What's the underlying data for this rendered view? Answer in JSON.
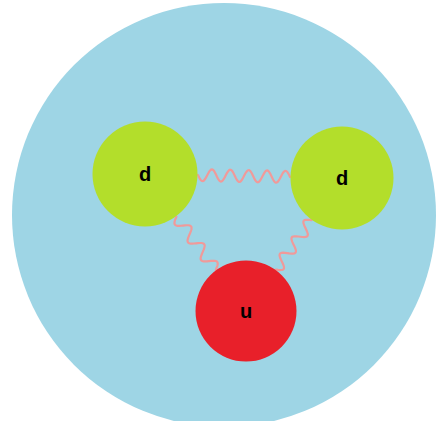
{
  "diagram": {
    "nodes": [
      {
        "text": [
          "d"
        ]
      },
      {
        "text": [
          "d"
        ]
      },
      {
        "text": [
          "u"
        ]
      }
    ],
    "edges": [
      {
        "from": 0,
        "to": 1,
        "arrow": "none"
      },
      {
        "from": 0,
        "to": 2,
        "arrow": "none"
      },
      {
        "from": 1,
        "to": 2,
        "arrow": "none"
      }
    ]
  }
}
